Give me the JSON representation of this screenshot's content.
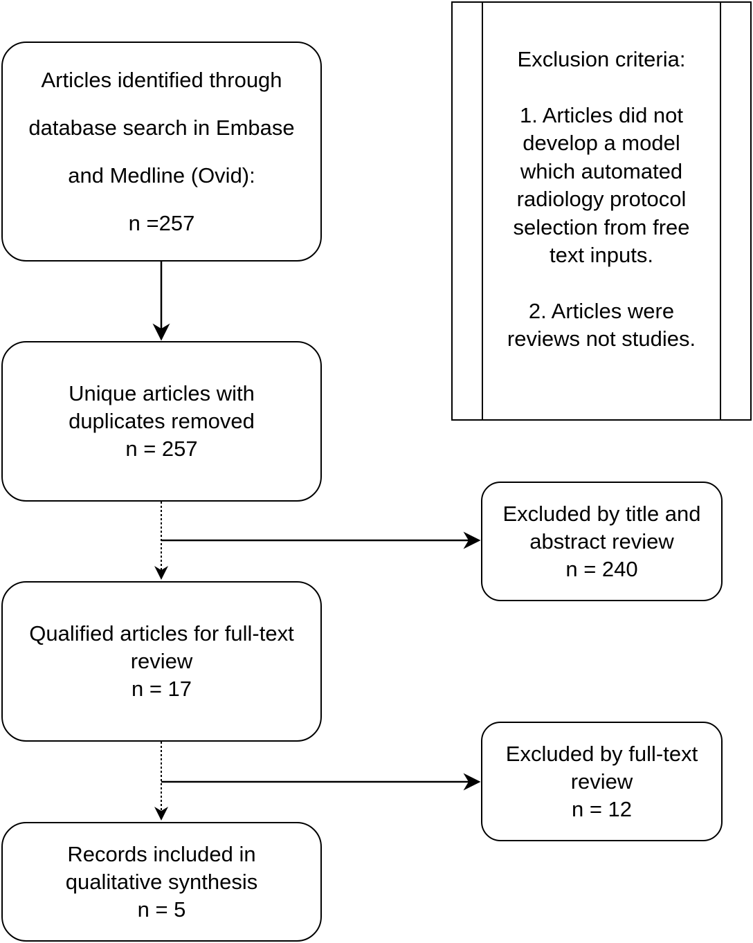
{
  "boxes": {
    "identified": {
      "lines": [
        "Articles identified through",
        "database search in Embase",
        "and Medline (Ovid):",
        "n =257"
      ]
    },
    "unique": {
      "lines": [
        "Unique articles with",
        "duplicates removed",
        "n = 257"
      ]
    },
    "qualified": {
      "lines": [
        "Qualified articles for full-text",
        "review",
        "n = 17"
      ]
    },
    "included": {
      "lines": [
        "Records included in",
        "qualitative synthesis",
        "n = 5"
      ]
    },
    "excluded_title": {
      "lines": [
        "Excluded by title and",
        "abstract review",
        "n = 240"
      ]
    },
    "excluded_full": {
      "lines": [
        "Excluded by full-text",
        "review",
        "n = 12"
      ]
    }
  },
  "criteria": {
    "title": "Exclusion criteria:",
    "item1": [
      "1. Articles did not",
      "develop a model",
      "which automated",
      "radiology protocol",
      "selection from free",
      "text inputs."
    ],
    "item2": [
      "2. Articles were",
      "reviews not studies."
    ]
  }
}
